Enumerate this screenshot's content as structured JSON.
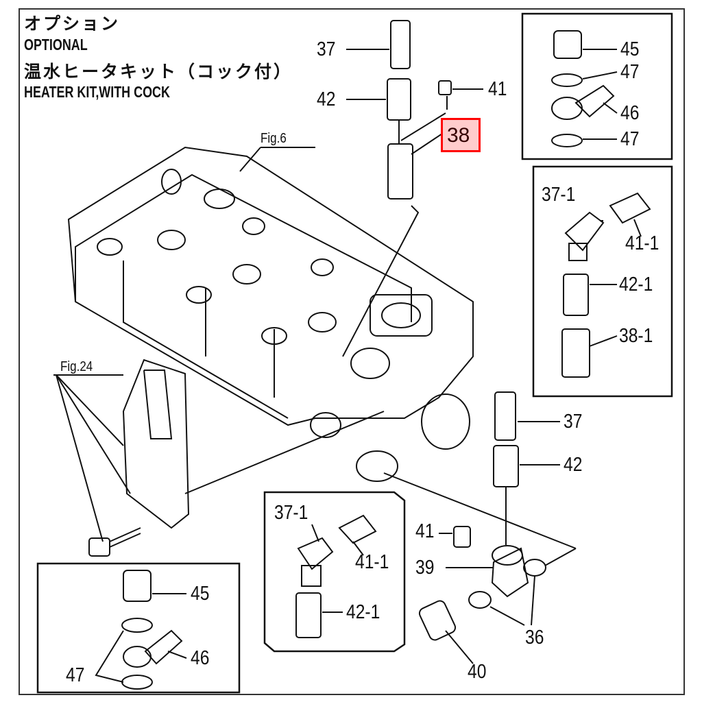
{
  "header": {
    "title_jp": "オプション",
    "title_en": "OPTIONAL",
    "kit_jp": "温水ヒータキット（コック付）",
    "kit_en": "HEATER KIT,WITH COCK"
  },
  "figure_refs": {
    "fig6": "Fig.6",
    "fig24": "Fig.24"
  },
  "highlight": {
    "part": "38",
    "color": "#ff0000",
    "fill": "#ffcccc"
  },
  "callouts": {
    "top": [
      "37",
      "42",
      "41"
    ],
    "top_right_box": [
      "45",
      "47",
      "46",
      "47"
    ],
    "right_box": [
      "37-1",
      "41-1",
      "42-1",
      "38-1"
    ],
    "right": [
      "37",
      "42"
    ],
    "bottom_middle_box": [
      "37-1",
      "41-1",
      "42-1"
    ],
    "bottom": [
      "41",
      "39",
      "36",
      "40"
    ],
    "bottom_left_box": [
      "45",
      "46",
      "47"
    ]
  }
}
